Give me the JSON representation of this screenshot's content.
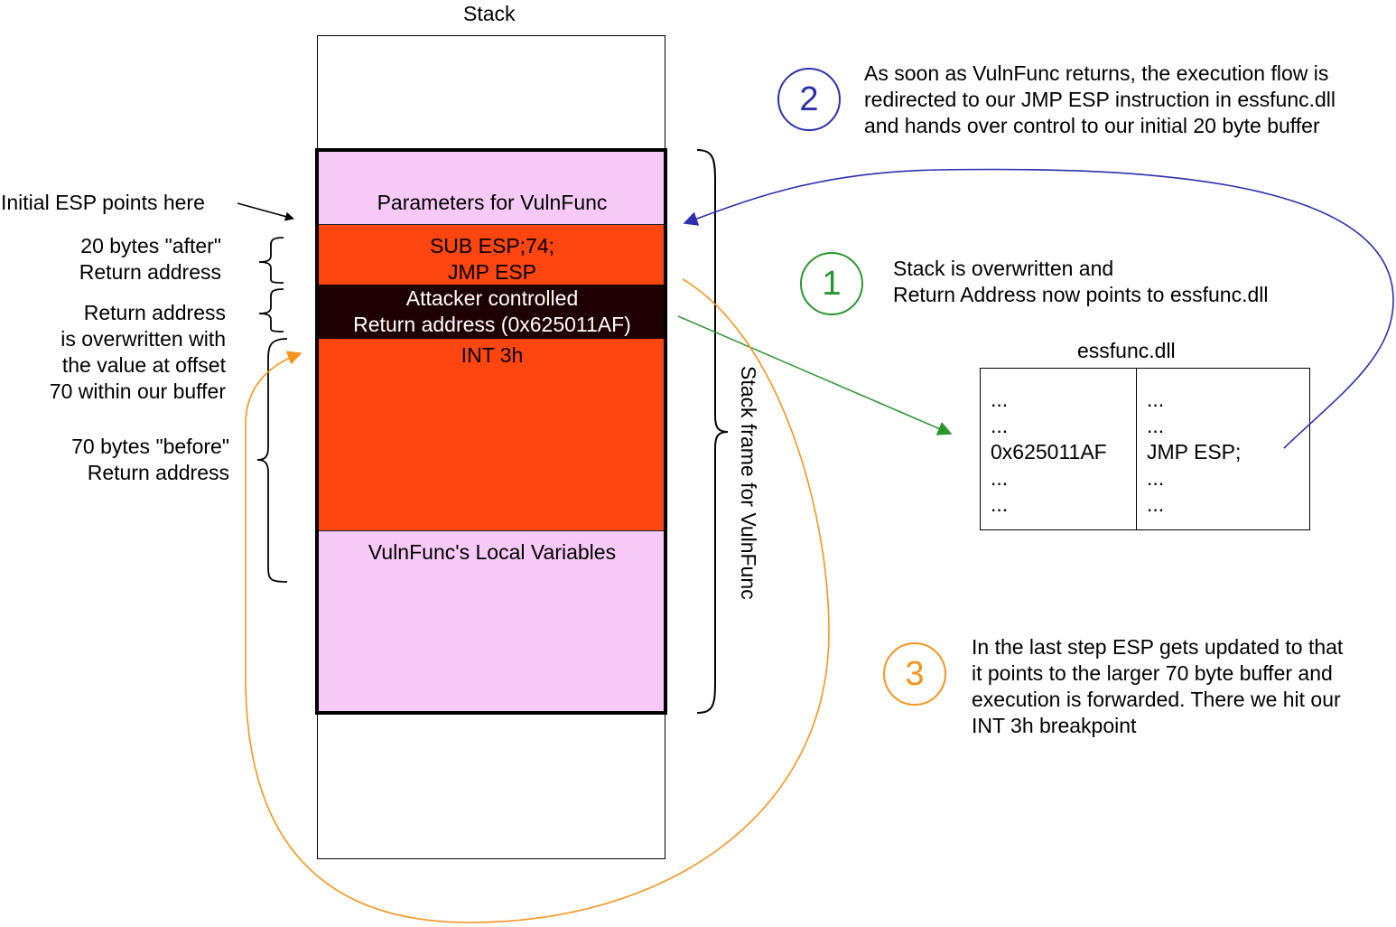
{
  "stack_title": "Stack",
  "stack_segments": {
    "parameters": "Parameters for VulnFunc",
    "sub_esp_line1": "SUB ESP;74;",
    "sub_esp_line2": "JMP ESP",
    "attacker_line1": "Attacker controlled",
    "attacker_line2": "Return address (0x625011AF)",
    "int3": "INT 3h",
    "locals": "VulnFunc's Local Variables"
  },
  "frame_label": "Stack frame for VulnFunc",
  "left_labels": {
    "initial_esp": "Initial ESP points here",
    "after_line1": "20 bytes \"after\"",
    "after_line2": "Return address",
    "overwritten_line1": "Return address",
    "overwritten_line2": "is overwritten with",
    "overwritten_line3": "the value at offset",
    "overwritten_line4": "70 within our buffer",
    "before_line1": "70 bytes \"before\"",
    "before_line2": "Return address"
  },
  "steps": [
    {
      "number": "1",
      "color": "#2a9630",
      "lines": [
        "Stack is overwritten and",
        "Return Address now points to essfunc.dll"
      ]
    },
    {
      "number": "2",
      "color": "#2b2fae",
      "lines": [
        "As soon as VulnFunc returns, the execution flow is",
        "redirected to our JMP ESP instruction in essfunc.dll",
        "and hands over control to our initial 20 byte buffer"
      ]
    },
    {
      "number": "3",
      "color": "#f7941d",
      "lines": [
        "In the last step ESP gets updated to that",
        "it points to the larger 70 byte buffer and",
        "execution is forwarded. There we hit our",
        "INT 3h breakpoint"
      ]
    }
  ],
  "dll": {
    "title": "essfunc.dll",
    "left_col": [
      "...",
      "...",
      "0x625011AF",
      "...",
      "..."
    ],
    "right_col": [
      "...",
      "...",
      "JMP ESP;",
      "...",
      "..."
    ]
  },
  "colors": {
    "pink_segment": "#f6c9f7",
    "orange_segment": "#ff4510",
    "dark_segment": "#1f0000",
    "arrow_step1": "#2a9630",
    "arrow_step2": "#2b2fae",
    "arrow_step3": "#f7941d"
  }
}
